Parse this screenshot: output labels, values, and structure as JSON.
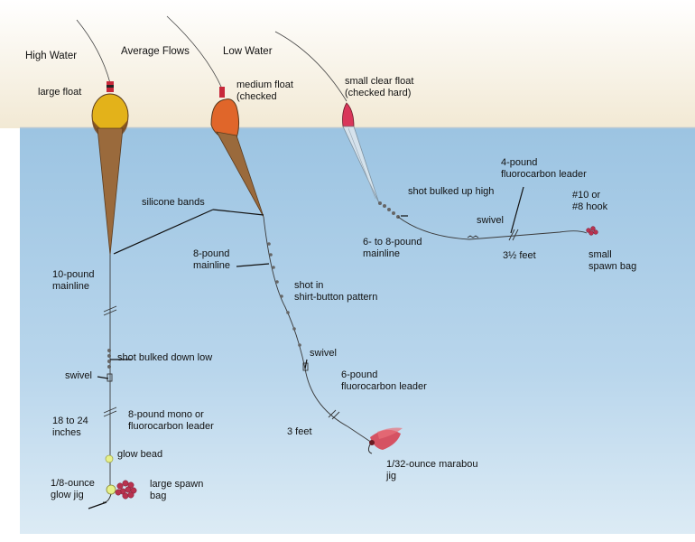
{
  "colors": {
    "sky": "#f6f0e2",
    "water": "#aacde6",
    "water_deep": "#cfe3f1",
    "line": "#3a3a3a",
    "float_high_top": "#e3b21a",
    "float_avg_top": "#e0662a",
    "float_low_top": "#d9375a",
    "float_body": "#9a6a3c",
    "spawn_bag": "#b8324f",
    "jig": "#c8283a",
    "glow_bead": "#e6f08a"
  },
  "headers": {
    "high_water": "High Water",
    "average_flows": "Average Flows",
    "low_water": "Low Water"
  },
  "labels": {
    "large_float": "large float",
    "medium_float": "medium float\n(checked",
    "small_clear_float": "small clear float\n(checked hard)",
    "silicone_bands": "silicone bands",
    "ten_pound_mainline": "10-pound\nmainline",
    "eight_pound_mainline": "8-pound\nmainline",
    "shot_bulked_high": "shot bulked up high",
    "six_to_eight_mainline": "6- to 8-pound\nmainline",
    "four_pound_leader": "4-pound\nfluorocarbon leader",
    "swivel_right": "swivel",
    "hook": "#10 or\n#8 hook",
    "three_half_feet": "3½ feet",
    "small_spawn_bag": "small\nspawn bag",
    "shot_shirt_button": "shot in\nshirt-button pattern",
    "shot_bulked_low": "shot bulked down low",
    "swivel_left": "swivel",
    "eight_pound_mono": "8-pound mono or\nfluorocarbon leader",
    "eighteen_24_inches": "18 to 24\ninches",
    "glow_bead": "glow bead",
    "glow_jig": "1/8-ounce\nglow jig",
    "large_spawn_bag": "large spawn\nbag",
    "swivel_middle": "swivel",
    "six_pound_leader": "6-pound\nfluorocarbon leader",
    "three_feet": "3 feet",
    "marabou_jig": "1/32-ounce marabou\njig"
  }
}
